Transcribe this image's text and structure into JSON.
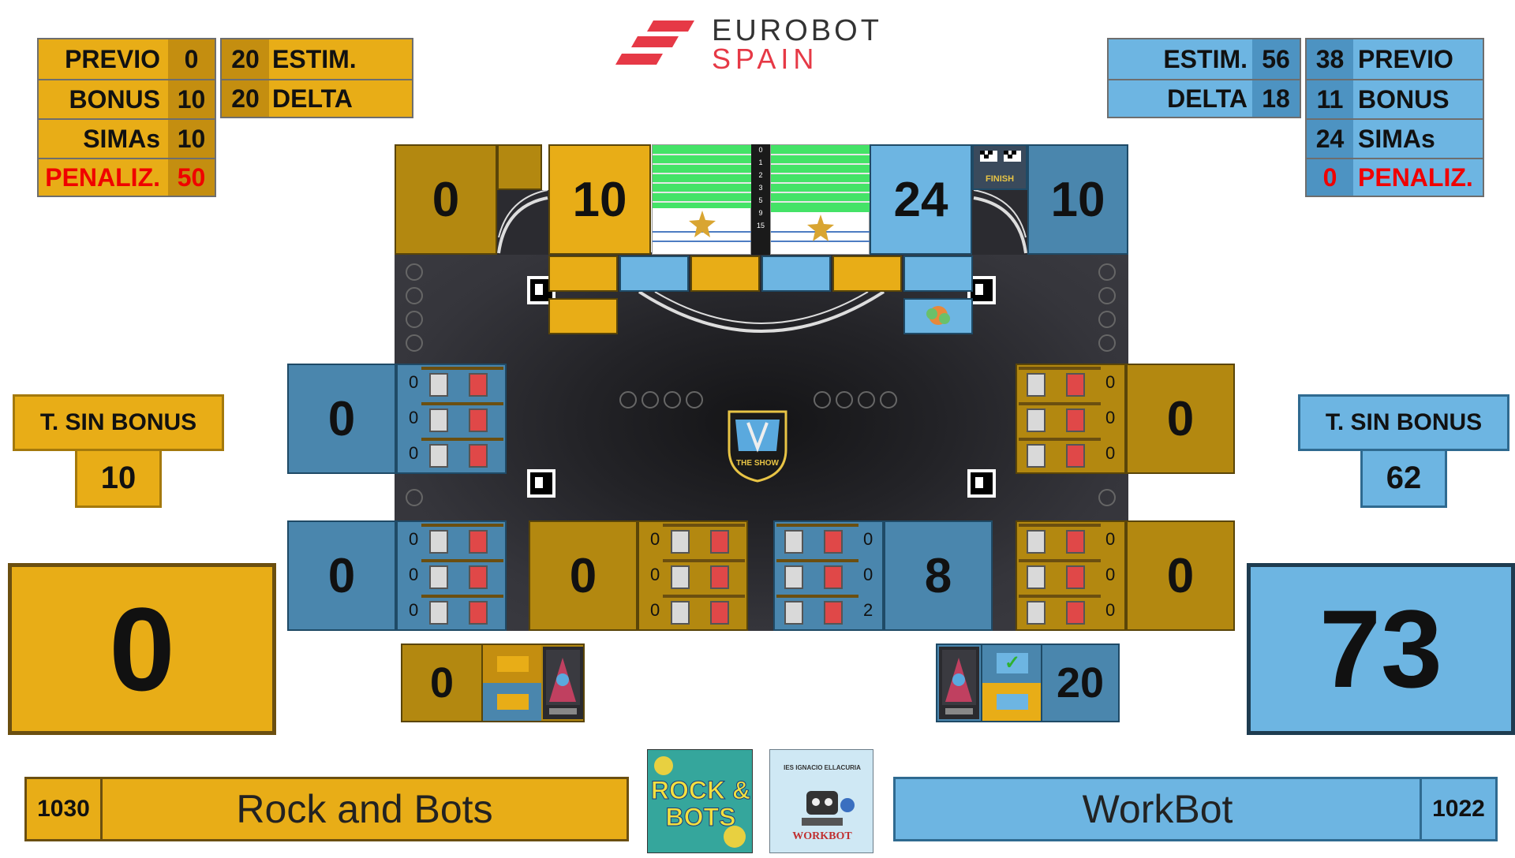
{
  "header": {
    "logo_line1": "EUROBOT",
    "logo_line2": "SPAIN"
  },
  "yellow": {
    "stats_left": [
      {
        "label": "PREVIO",
        "value": "0"
      },
      {
        "label": "BONUS",
        "value": "10"
      },
      {
        "label": "SIMAs",
        "value": "10"
      },
      {
        "label": "PENALIZ.",
        "value": "50"
      }
    ],
    "stats_right": [
      {
        "value": "20",
        "label": "ESTIM."
      },
      {
        "value": "20",
        "label": "DELTA"
      }
    ],
    "t_sin_bonus_label": "T. SIN BONUS",
    "t_sin_bonus_value": "10",
    "total": "0",
    "team_number": "1030",
    "team_name": "Rock and Bots",
    "top_score_a": "0",
    "top_score_b": "10",
    "bottom_small_score": "0"
  },
  "blue": {
    "stats_left": [
      {
        "label": "ESTIM.",
        "value": "56"
      },
      {
        "label": "DELTA",
        "value": "18"
      }
    ],
    "stats_right": [
      {
        "value": "38",
        "label": "PREVIO"
      },
      {
        "value": "11",
        "label": "BONUS"
      },
      {
        "value": "24",
        "label": "SIMAs"
      },
      {
        "value": "0",
        "label": "PENALIZ."
      }
    ],
    "t_sin_bonus_label": "T. SIN BONUS",
    "t_sin_bonus_value": "62",
    "total": "73",
    "team_number": "1022",
    "team_name": "WorkBot",
    "top_score_a": "24",
    "top_score_b": "10",
    "bottom_small_score": "20",
    "check": "✓"
  },
  "field": {
    "scale_labels": [
      "0",
      "1",
      "2",
      "3",
      "5",
      "9",
      "15"
    ],
    "finish_label": "FINISH",
    "center_logo_text": "THE SHOW",
    "zones": [
      {
        "id": "mid-left",
        "score": "0",
        "rows": [
          "0",
          "0",
          "0"
        ]
      },
      {
        "id": "mid-right",
        "score": "0",
        "rows": [
          "0",
          "0",
          "0"
        ]
      },
      {
        "id": "bottom-left",
        "score": "0",
        "rows": [
          "0",
          "0",
          "0"
        ]
      },
      {
        "id": "bottom-center-left",
        "score": "0",
        "rows": [
          "0",
          "0",
          "0"
        ]
      },
      {
        "id": "bottom-center-right",
        "score": "8",
        "rows": [
          "0",
          "0",
          "2"
        ]
      },
      {
        "id": "bottom-right",
        "score": "0",
        "rows": [
          "0",
          "0",
          "0"
        ]
      }
    ]
  },
  "logos": {
    "yellow_team_logo": "ROCK & BOTS",
    "blue_team_logo": "WORKBOT",
    "blue_team_logo_sub": "IES IGNACIO ELLACURIA"
  },
  "colors": {
    "yellow": "#e8ad17",
    "blue": "#6db5e2",
    "penalty": "#f00000",
    "field": "#2b2b30"
  }
}
